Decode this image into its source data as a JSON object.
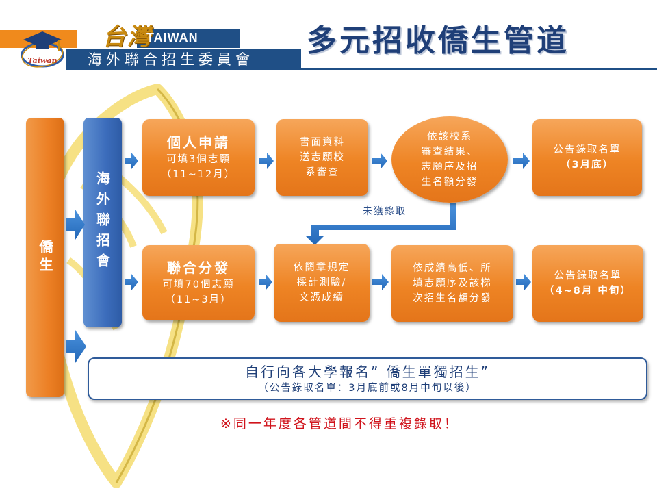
{
  "header": {
    "taiwan_script": "台灣",
    "taiwan_en": "TAIWAN",
    "org_name": "海外聯合招生委員會",
    "logo_text": "Taiwan"
  },
  "title": "多元招收僑生管道",
  "left": {
    "overseas": "僑生",
    "committee": "海外聯招會"
  },
  "track_personal": {
    "name": "個人申請",
    "detail": "可填3個志願",
    "period": "（11~12月）",
    "step2": [
      "書面資料",
      "送志願校",
      "系審查"
    ],
    "step3": [
      "依該校系",
      "審查結果、",
      "志願序及招",
      "生名額分發"
    ],
    "step4_line1": "公告錄取名單",
    "step4_line2": "（3月底）"
  },
  "not_admitted": "未獲錄取",
  "track_joint": {
    "name": "聯合分發",
    "detail": "可填70個志願",
    "period": "（11~3月）",
    "step2": [
      "依簡章規定",
      "採計測驗/",
      "文憑成績"
    ],
    "step3": [
      "依成績高低、所",
      "填志願序及該梯",
      "次招生名額分發"
    ],
    "step4_line1": "公告錄取名單",
    "step4_line2": "（4~8月 中旬）"
  },
  "independent": {
    "title": "自行向各大學報名” 僑生單獨招生”",
    "note": "（公告錄取名單：3月底前或8月中旬以後）"
  },
  "warning": "※同一年度各管道間不得重複錄取！",
  "colors": {
    "orange": "#ee8424",
    "blue": "#3b6cbb",
    "navy": "#1f3f78",
    "arrow": "#2f78c4",
    "warning": "#d0141c",
    "map_outline": "#f3d25a"
  }
}
